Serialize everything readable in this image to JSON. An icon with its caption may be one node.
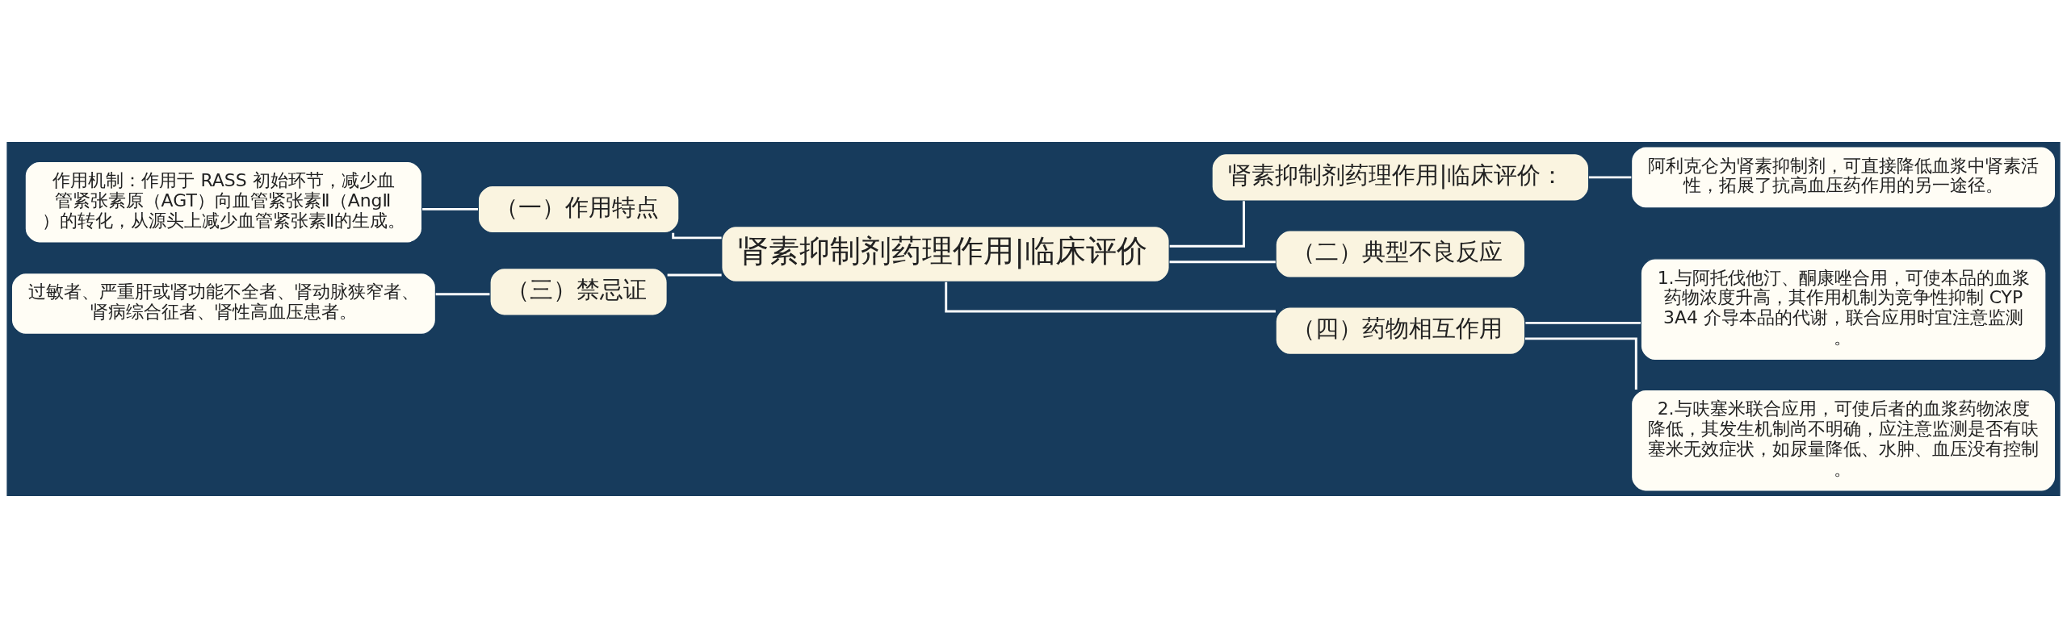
{
  "diagram": {
    "nodes": [
      {
        "text": [
          "肾素抑制剂药理作用|临床评价"
        ]
      },
      {
        "text": [
          "（一）作用特点"
        ]
      },
      {
        "text": [
          "作用机制：作用于 RASS 初始环节，减少血管紧张素原（AGT）向血管紧张素Ⅱ（AngⅡ）的转化，从源头上减少血管紧张素Ⅱ的生成。"
        ]
      },
      {
        "text": [
          "（三）禁忌证"
        ]
      },
      {
        "text": [
          "过敏者、严重肝或肾功能不全者、肾动脉狭窄者、肾病综合征者、肾性高血压患者。"
        ]
      },
      {
        "text": [
          "肾素抑制剂药理作用|临床评价："
        ]
      },
      {
        "text": [
          "阿利克仑为肾素抑制剂，可直接降低血浆中肾素活性，拓展了抗高血压药作用的另一途径。"
        ]
      },
      {
        "text": [
          "（二）典型不良反应"
        ]
      },
      {
        "text": [
          "（四）药物相互作用"
        ]
      },
      {
        "text": [
          "1.与阿托伐他汀、酮康唑合用，可使本品的血浆药物浓度升高，其作用机制为竞争性抑制 CYP3A4 介导本品的代谢，联合应用时宜注意监测。"
        ]
      },
      {
        "text": [
          "2.与呋塞米联合应用，可使后者的血浆药物浓度降低，其发生机制尚不明确，应注意监测是否有呋塞米无效症状，如尿量降低、水肿、血压没有控制。"
        ]
      }
    ],
    "edges": [
      {
        "from": 0,
        "to": 1,
        "arrow": "none"
      },
      {
        "from": 1,
        "to": 2,
        "arrow": "none"
      },
      {
        "from": 0,
        "to": 3,
        "arrow": "none"
      },
      {
        "from": 3,
        "to": 4,
        "arrow": "none"
      },
      {
        "from": 0,
        "to": 5,
        "arrow": "none"
      },
      {
        "from": 5,
        "to": 6,
        "arrow": "none"
      },
      {
        "from": 0,
        "to": 7,
        "arrow": "none"
      },
      {
        "from": 0,
        "to": 8,
        "arrow": "none"
      },
      {
        "from": 8,
        "to": 9,
        "arrow": "none"
      },
      {
        "from": 8,
        "to": 10,
        "arrow": "none"
      }
    ]
  }
}
